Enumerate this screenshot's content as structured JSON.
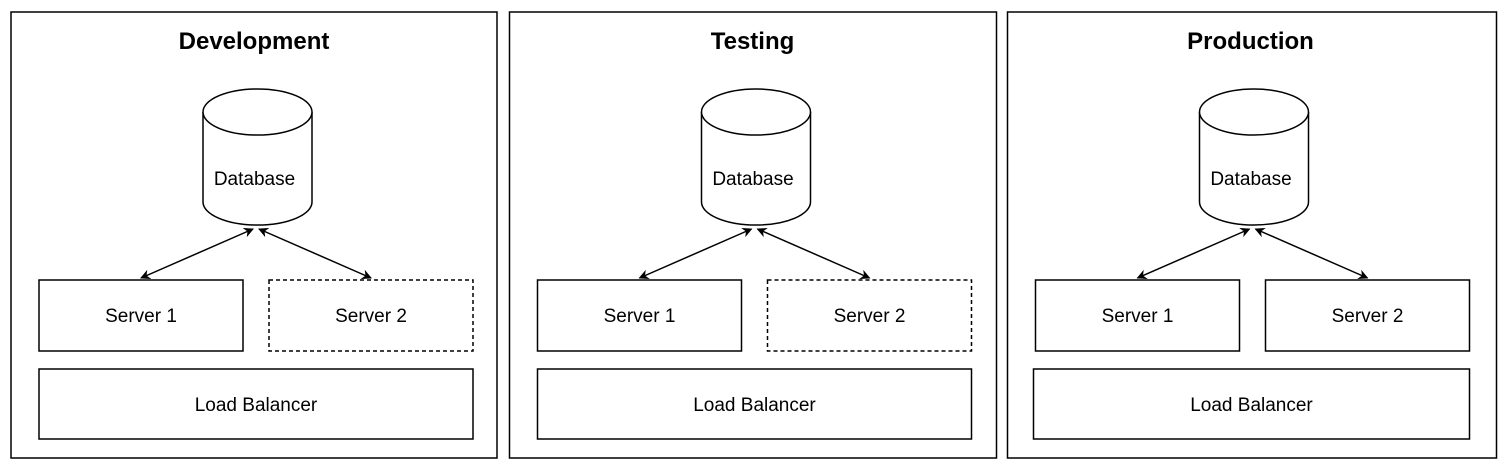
{
  "environments": [
    {
      "title": "Development",
      "database_label": "Database",
      "servers": [
        {
          "label": "Server 1",
          "style": "solid"
        },
        {
          "label": "Server 2",
          "style": "dashed"
        }
      ],
      "load_balancer_label": "Load Balancer"
    },
    {
      "title": "Testing",
      "database_label": "Database",
      "servers": [
        {
          "label": "Server 1",
          "style": "solid"
        },
        {
          "label": "Server 2",
          "style": "dashed"
        }
      ],
      "load_balancer_label": "Load Balancer"
    },
    {
      "title": "Production",
      "database_label": "Database",
      "servers": [
        {
          "label": "Server 1",
          "style": "solid"
        },
        {
          "label": "Server 2",
          "style": "solid"
        }
      ],
      "load_balancer_label": "Load Balancer"
    }
  ],
  "colors": {
    "stroke": "#000000",
    "fill": "#ffffff",
    "text": "#000000"
  },
  "connections": "database-to-each-server, bidirectional arrows"
}
